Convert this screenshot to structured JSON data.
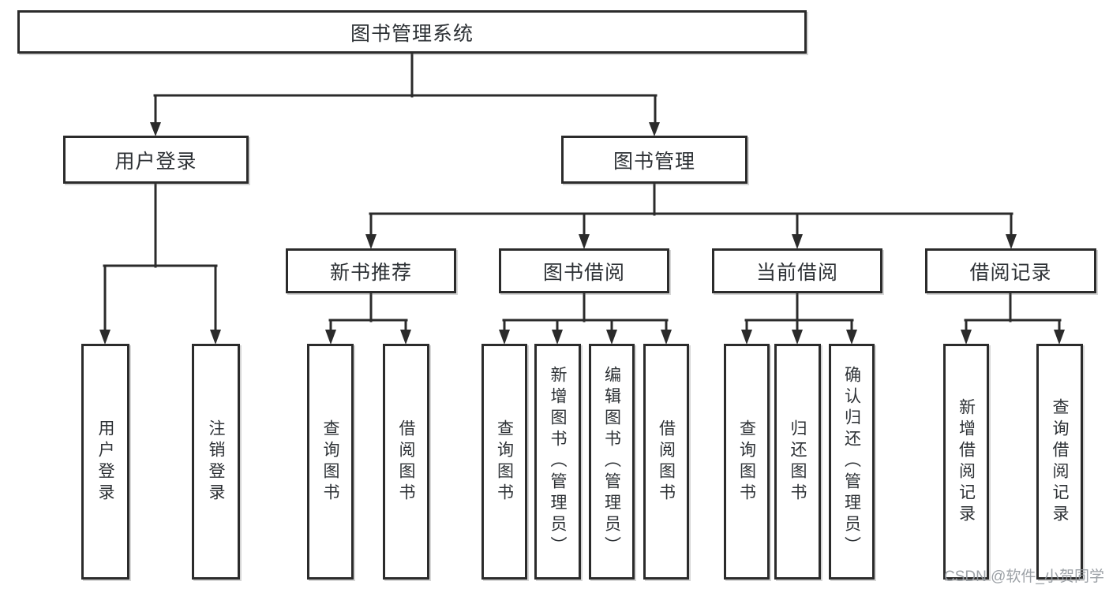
{
  "diagram_title": "图书管理系统",
  "tree": {
    "label": "图书管理系统",
    "children": [
      {
        "label": "用户登录",
        "children": [
          {
            "label": "用户登录"
          },
          {
            "label": "注销登录"
          }
        ]
      },
      {
        "label": "图书管理",
        "children": [
          {
            "label": "新书推荐",
            "children": [
              {
                "label": "查询图书"
              },
              {
                "label": "借阅图书"
              }
            ]
          },
          {
            "label": "图书借阅",
            "children": [
              {
                "label": "查询图书"
              },
              {
                "label": "新增图书（管理员）"
              },
              {
                "label": "编辑图书（管理员）"
              },
              {
                "label": "借阅图书"
              }
            ]
          },
          {
            "label": "当前借阅",
            "children": [
              {
                "label": "查询图书"
              },
              {
                "label": "归还图书"
              },
              {
                "label": "确认归还（管理员）"
              }
            ]
          },
          {
            "label": "借阅记录",
            "children": [
              {
                "label": "新增借阅记录"
              },
              {
                "label": "查询借阅记录"
              }
            ]
          }
        ]
      }
    ]
  },
  "watermark": {
    "text": "CSDN @软件_小贺同学"
  },
  "colors": {
    "background": "#ffffff",
    "box_border": "#2b2b2b",
    "connector": "#2b2b2b",
    "text": "#2d3135",
    "watermark": "#94999e"
  }
}
